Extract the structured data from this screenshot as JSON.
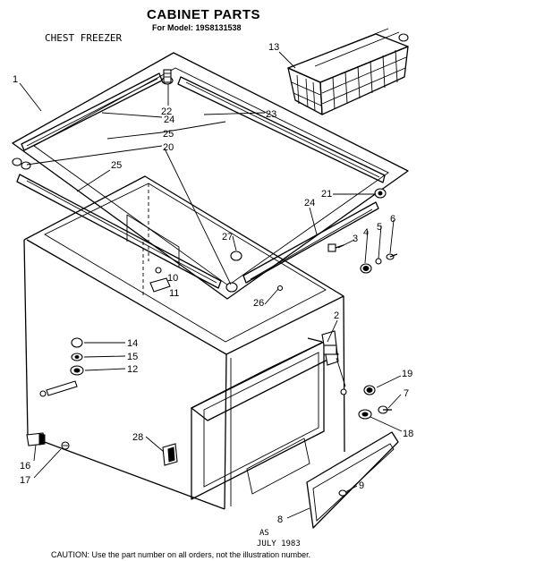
{
  "title": "CABINET PARTS",
  "model_line": "For Model: 19S8131538",
  "product": "CHEST FREEZER",
  "footer": {
    "code": "AS",
    "date": "JULY 1983",
    "caution": "CAUTION: Use the part number on all orders, not the illustration number."
  },
  "callouts": {
    "c1": "1",
    "c2": "2",
    "c3": "3",
    "c4": "4",
    "c5": "5",
    "c6": "6",
    "c7": "7",
    "c8": "8",
    "c9": "9",
    "c10": "10",
    "c11": "11",
    "c12": "12",
    "c13": "13",
    "c14": "14",
    "c15": "15",
    "c16": "16",
    "c17": "17",
    "c18": "18",
    "c19": "19",
    "c20": "20",
    "c21": "21",
    "c22": "22",
    "c23": "23",
    "c24a": "24",
    "c24b": "24",
    "c25a": "25",
    "c25b": "25",
    "c26": "26",
    "c27": "27",
    "c28": "28"
  },
  "colors": {
    "ink": "#000000",
    "paper": "#ffffff"
  }
}
